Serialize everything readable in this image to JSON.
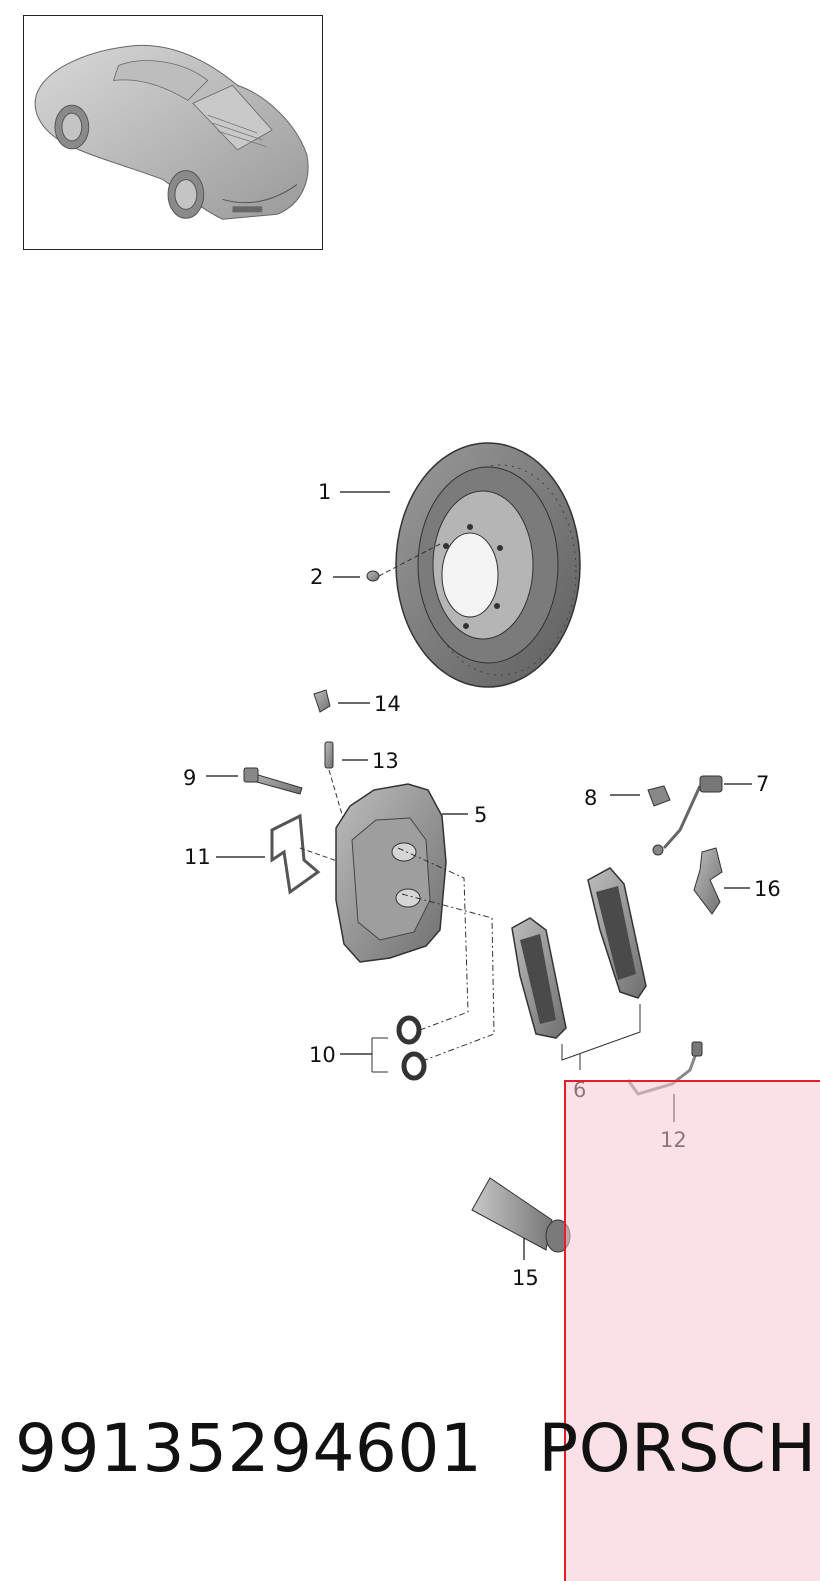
{
  "diagram": {
    "callouts": [
      "1",
      "2",
      "5",
      "6",
      "7",
      "8",
      "9",
      "10",
      "11",
      "12",
      "13",
      "14",
      "15",
      "16"
    ]
  },
  "footer": {
    "part_number": "99135294601",
    "brand": "PORSCHE"
  },
  "highlight": {
    "color": "#e0202a",
    "fill": "#f8c8d2"
  }
}
